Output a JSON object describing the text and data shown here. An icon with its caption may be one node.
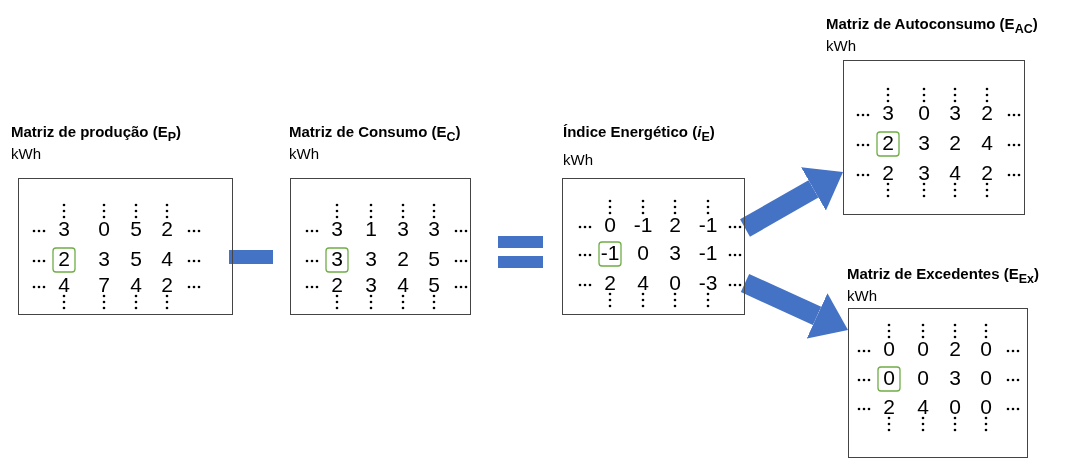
{
  "diagram": {
    "nodes": [
      {
        "text": [
          "Matriz de produção (E$_{P}$)",
          "kWh",
          "3",
          "0",
          "5",
          "2",
          "2",
          "3",
          "5",
          "4",
          "4",
          "7",
          "4",
          "2"
        ]
      },
      {
        "text": [
          "Matriz de Consumo (E$_{C}$)",
          "kWh",
          "3",
          "1",
          "3",
          "3",
          "3",
          "3",
          "2",
          "5",
          "2",
          "3",
          "4",
          "5"
        ]
      },
      {
        "text": [
          "Índice Energético (*i*$_{E}$)",
          "kWh",
          "0",
          "-1",
          "2",
          "-1",
          "-1",
          "0",
          "3",
          "-1",
          "2",
          "4",
          "0",
          "-3"
        ]
      },
      {
        "text": [
          "Matriz de Autoconsumo (E$_{AC}$)",
          "kWh",
          "3",
          "0",
          "3",
          "2",
          "2",
          "3",
          "2",
          "4",
          "2",
          "3",
          "4",
          "2"
        ]
      },
      {
        "text": [
          "Matriz de Excedentes (E$_{Ex}$)",
          "kWh",
          "0",
          "0",
          "2",
          "0",
          "0",
          "0",
          "3",
          "0",
          "2",
          "4",
          "0",
          "0"
        ]
      }
    ],
    "edges": [
      {
        "from": 2,
        "to": 3,
        "arrow": "to"
      },
      {
        "from": 2,
        "to": 4,
        "arrow": "to"
      }
    ]
  }
}
